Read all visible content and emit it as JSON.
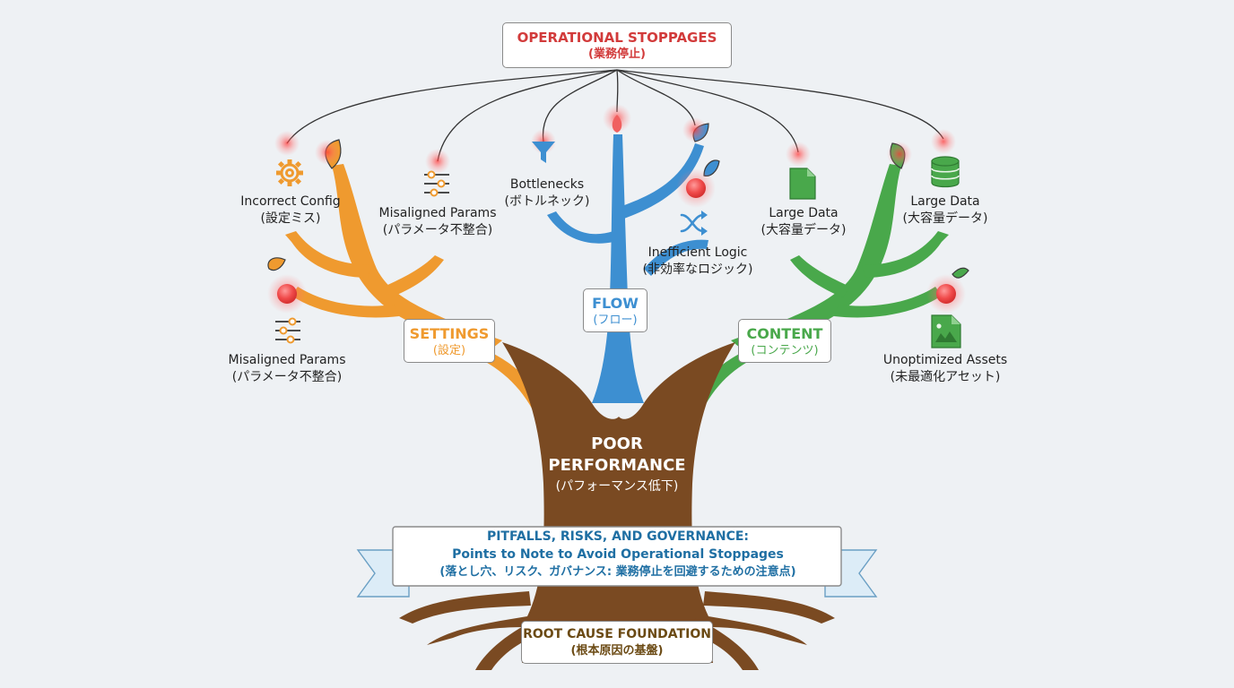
{
  "colors": {
    "settings": "#ef9a2f",
    "flow": "#3d8fd1",
    "content": "#49a84b",
    "trunk": "#7a4a22",
    "root_title": "#d23b3b",
    "ribbon_text": "#1f6fa3",
    "foundation_text": "#6b4a14"
  },
  "top_box": {
    "title": "OPERATIONAL STOPPAGES",
    "subtitle": "(業務停止)"
  },
  "trunk_label": {
    "line1": "POOR",
    "line2": "PERFORMANCE",
    "line3": "(パフォーマンス低下)"
  },
  "branches": {
    "settings": {
      "title": "SETTINGS",
      "subtitle": "(設定)"
    },
    "flow": {
      "title": "FLOW",
      "subtitle": "(フロー)"
    },
    "content": {
      "title": "CONTENT",
      "subtitle": "(コンテンツ)"
    }
  },
  "leaves": {
    "incorrect_config": {
      "en": "Incorrect Config",
      "ja": "(設定ミス)",
      "icon": "gear-icon"
    },
    "misaligned_params_upper": {
      "en": "Misaligned Params",
      "ja": "(パラメータ不整合)",
      "icon": "sliders-icon"
    },
    "misaligned_params_lower": {
      "en": "Misaligned Params",
      "ja": "(パラメータ不整合)",
      "icon": "sliders-icon"
    },
    "bottlenecks": {
      "en": "Bottlenecks",
      "ja": "(ボトルネック)",
      "icon": "funnel-icon"
    },
    "inefficient_logic": {
      "en": "Inefficient Logic",
      "ja": "(非効率なロジック)",
      "icon": "shuffle-icon"
    },
    "large_data_file": {
      "en": "Large Data",
      "ja": "(大容量データ)",
      "icon": "file-icon"
    },
    "large_data_db": {
      "en": "Large Data",
      "ja": "(大容量データ)",
      "icon": "database-icon"
    },
    "unoptimized_assets": {
      "en": "Unoptimized Assets",
      "ja": "(未最適化アセット)",
      "icon": "image-file-icon"
    }
  },
  "ribbon": {
    "line1": "PITFALLS, RISKS, AND GOVERNANCE:",
    "line2": "Points to Note to Avoid Operational Stoppages",
    "line3": "(落とし穴、リスク、ガバナンス: 業務停止を回避するための注意点)"
  },
  "foundation": {
    "title": "ROOT CAUSE FOUNDATION",
    "subtitle": "(根本原因の基盤)"
  }
}
